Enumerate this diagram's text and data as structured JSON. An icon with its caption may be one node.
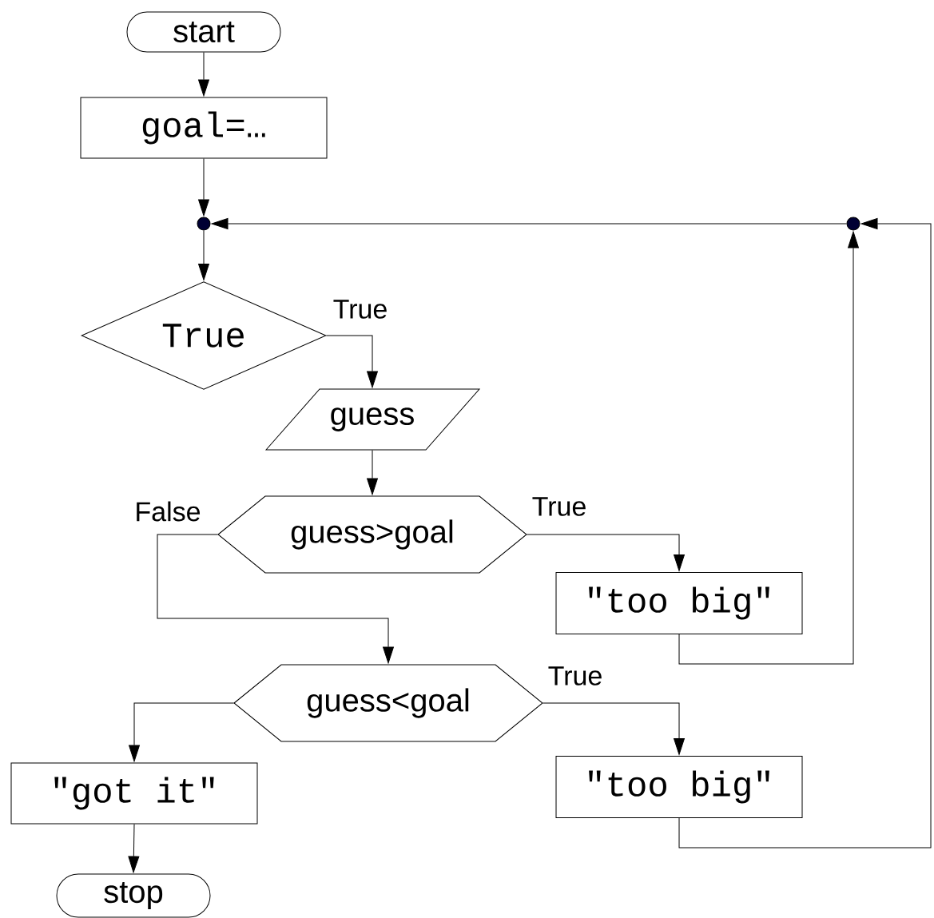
{
  "diagram": {
    "nodes": [
      {
        "text": [
          "start"
        ]
      },
      {
        "text": [
          "goal=…"
        ]
      },
      {
        "text": [],
        "shape": "circle"
      },
      {
        "text": [
          "True"
        ]
      },
      {
        "text": [
          "guess"
        ]
      },
      {
        "text": [
          "guess>goal"
        ]
      },
      {
        "text": [
          "\"too big\""
        ]
      },
      {
        "text": [],
        "shape": "circle"
      },
      {
        "text": [
          "guess<goal"
        ]
      },
      {
        "text": [
          "\"got it\""
        ]
      },
      {
        "text": [
          "\"too big\""
        ]
      },
      {
        "text": [
          "stop"
        ]
      }
    ],
    "edges": [
      {
        "from": 0,
        "to": 1,
        "arrow": "to"
      },
      {
        "from": 1,
        "to": 2,
        "arrow": "to"
      },
      {
        "from": 2,
        "to": 3,
        "arrow": "to"
      },
      {
        "from": 3,
        "to": 4,
        "arrow": "to",
        "label": "True"
      },
      {
        "from": 4,
        "to": 5,
        "arrow": "to"
      },
      {
        "from": 5,
        "to": 6,
        "arrow": "to",
        "label": "True"
      },
      {
        "from": 5,
        "to": 8,
        "arrow": "to",
        "label": "False"
      },
      {
        "from": 6,
        "to": 7,
        "arrow": "to"
      },
      {
        "from": 7,
        "to": 2,
        "arrow": "to"
      },
      {
        "from": 8,
        "to": 9,
        "arrow": "to"
      },
      {
        "from": 8,
        "to": 10,
        "arrow": "to",
        "label": "True"
      },
      {
        "from": 10,
        "to": 7,
        "arrow": "to"
      },
      {
        "from": 9,
        "to": 11,
        "arrow": "to"
      }
    ]
  }
}
